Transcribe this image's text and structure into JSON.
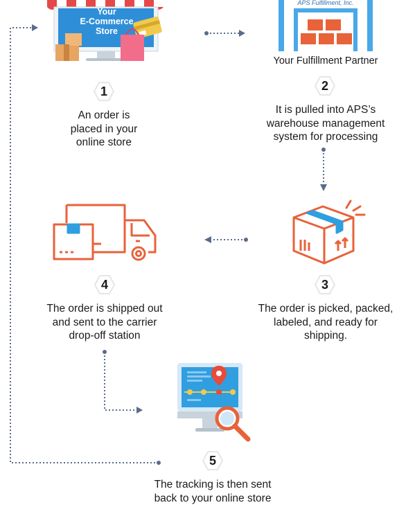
{
  "store": {
    "line1": "Your",
    "line2": "E-Commerce",
    "line3": "Store"
  },
  "warehouse": {
    "sign": "APS Fulfillment, Inc.",
    "caption": "Your Fulfillment Partner"
  },
  "steps": [
    {
      "number": "1",
      "text": "An order is\nplaced in your\nonline store"
    },
    {
      "number": "2",
      "text": "It is pulled into APS’s\nwarehouse management\nsystem for processing"
    },
    {
      "number": "3",
      "text": "The order is picked, packed,\nlabeled, and ready for\nshipping."
    },
    {
      "number": "4",
      "text": "The order is shipped out\nand sent to the carrier\ndrop-off station"
    },
    {
      "number": "5",
      "text": "The tracking is then sent\nback to your online store"
    }
  ],
  "colors": {
    "accent": "#e8623a",
    "blue": "#2f9fe0",
    "arrow": "#5a6b8c",
    "hex_border": "#e6e6e6"
  }
}
